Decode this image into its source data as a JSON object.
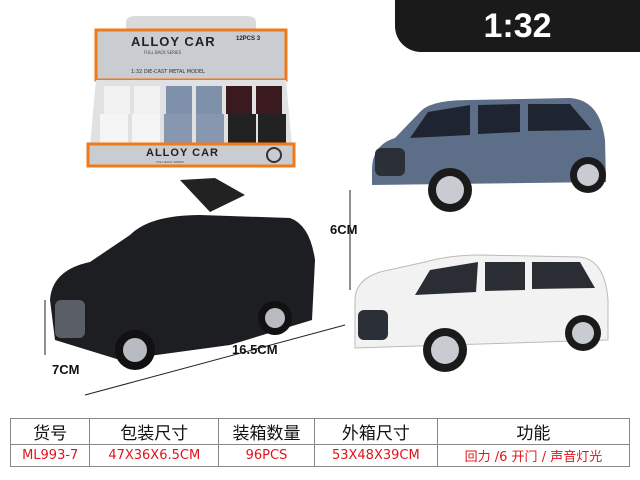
{
  "scale_badge": "1:32",
  "box": {
    "brand": "ALLOY CAR",
    "series": "FULL BACK SERIES",
    "count": "12PCS",
    "subtitle": "1:32 DIE-CAST METAL MODEL",
    "count_suffix": "3"
  },
  "dimensions": {
    "height": "6CM",
    "length": "16.5CM",
    "width": "7CM"
  },
  "spec_table": {
    "headers": [
      "货号",
      "包装尺寸",
      "装箱数量",
      "外箱尺寸",
      "功能"
    ],
    "values": [
      "ML993-7",
      "47X36X6.5CM",
      "96PCS",
      "53X48X39CM",
      "回力 /6 开门 / 声音灯光"
    ]
  },
  "colors": {
    "accent": "#e0141c",
    "badge": "#1a1a1a",
    "orange": "#f07a1a",
    "blue_car": "#5d6f88",
    "black_car": "#1c1e22",
    "white_car": "#f2f2f2"
  }
}
